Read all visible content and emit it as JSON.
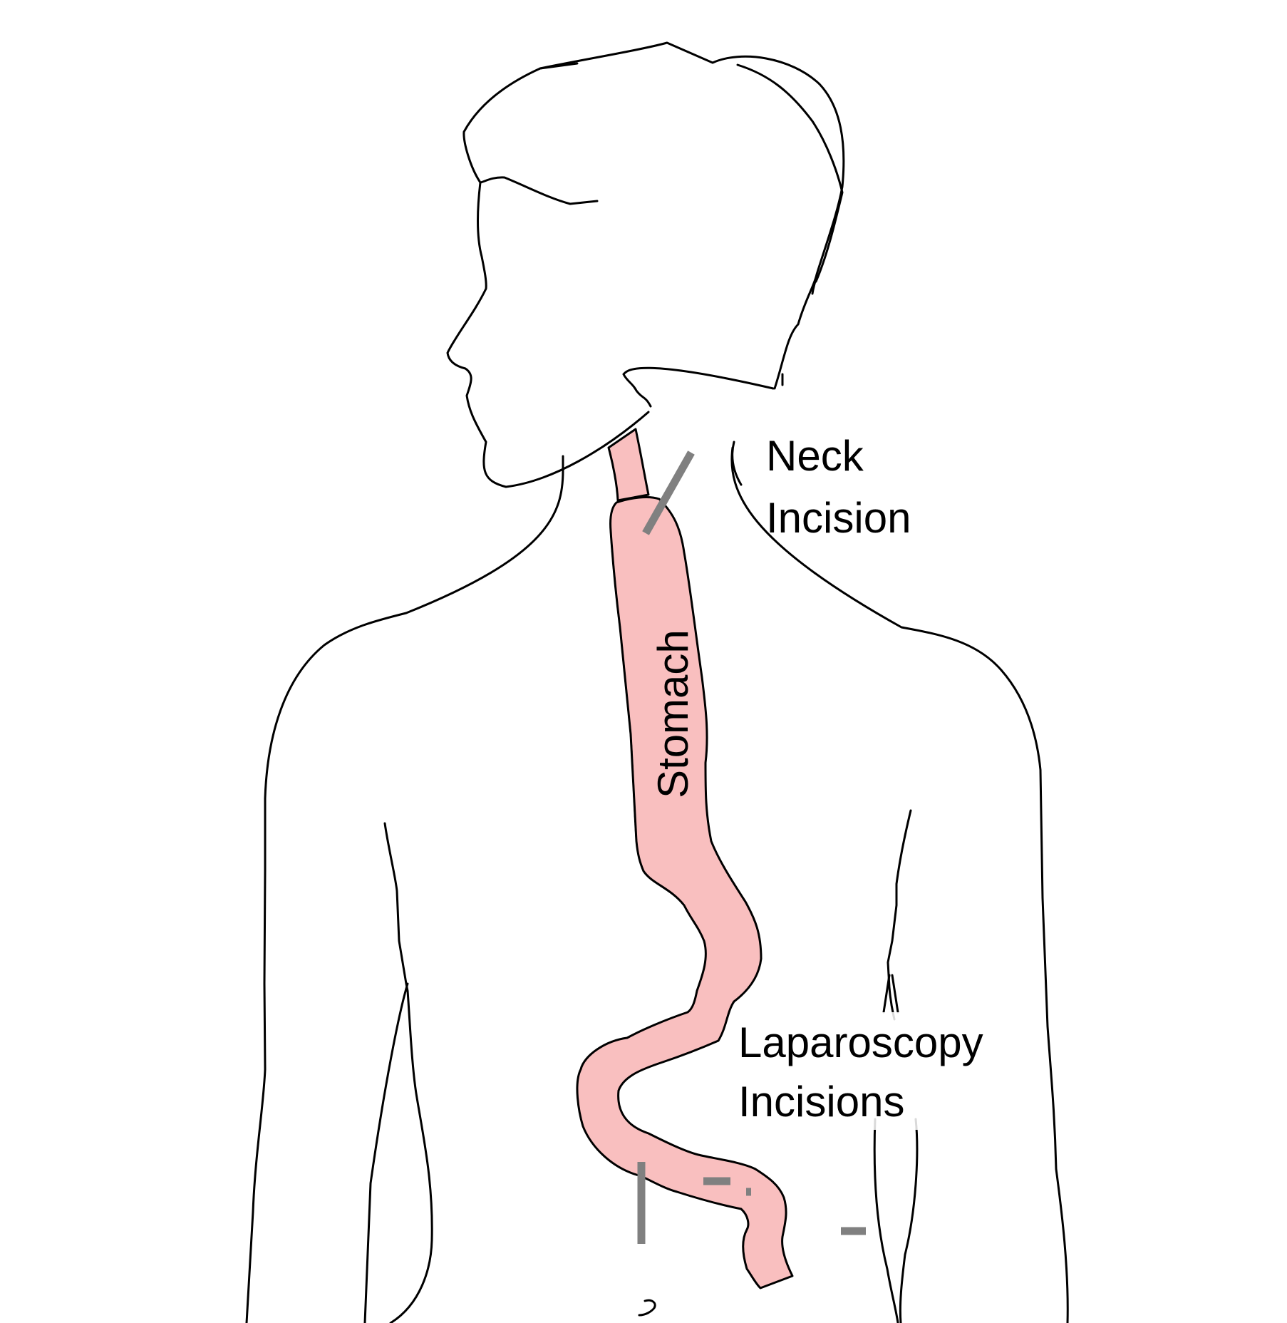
{
  "labels": {
    "neck_line1": "Neck",
    "neck_line2": "Incision",
    "stomach": "Stomach",
    "laparoscopy_line1": "Laparoscopy",
    "laparoscopy_line2": "Incisions"
  },
  "colors": {
    "stomach_fill": "#f9bfbf",
    "outline": "#000000",
    "incision": "#808080",
    "background": "#ffffff"
  }
}
